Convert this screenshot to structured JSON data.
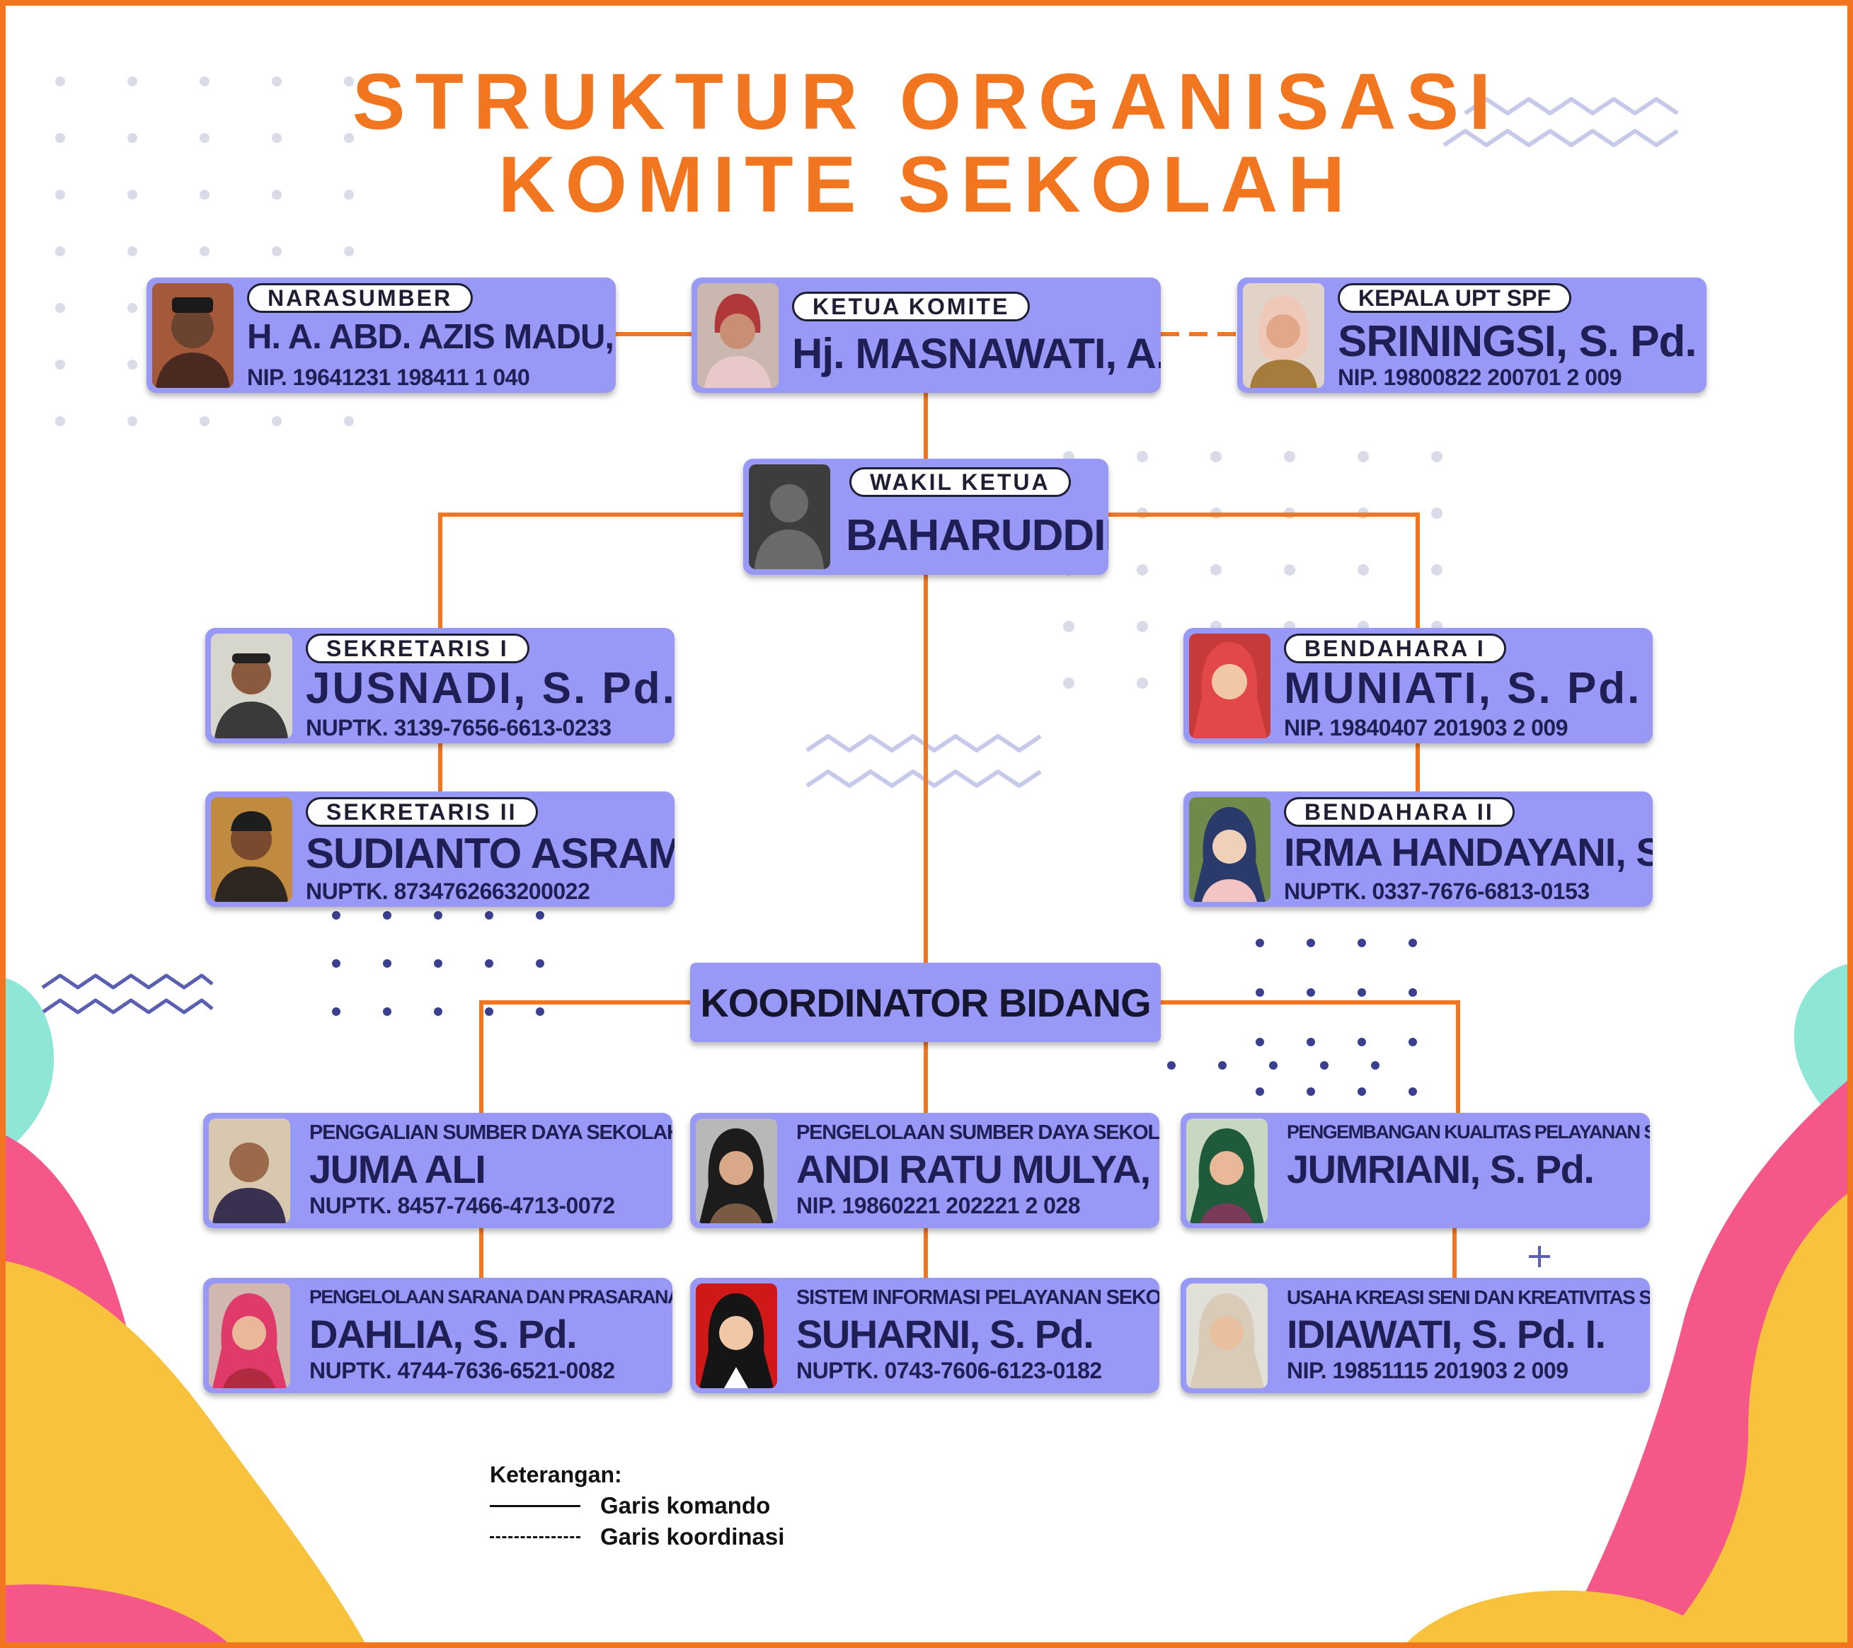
{
  "title": {
    "line1": "STRUKTUR ORGANISASI",
    "line2": "KOMITE SEKOLAH"
  },
  "colors": {
    "accent_orange": "#f2761f",
    "card_fill": "#9898f7",
    "text_dark": "#1f1f55",
    "decor_pink": "#f45788",
    "decor_yellow": "#f9c23c",
    "decor_teal": "#8ee6d6",
    "dot_navy": "#3a3f8f",
    "dot_light": "#d9dce8"
  },
  "narasumber": {
    "role": "NARASUMBER",
    "name": "H. A. ABD. AZIS MADU, S. Ag., MM",
    "id": "NIP. 19641231 198411 1 040",
    "photo": "man-photo"
  },
  "ketua": {
    "role": "KETUA KOMITE",
    "name": "Hj. MASNAWATI, A. Ma",
    "photo": "woman-photo"
  },
  "kepala": {
    "role": "KEPALA UPT SPF",
    "name": "SRININGSI, S. Pd.",
    "id": "NIP. 19800822 200701 2 009",
    "photo": "woman-hijab-photo"
  },
  "wakil": {
    "role": "WAKIL KETUA",
    "name": "BAHARUDDIN",
    "photo": "person-silhouette-icon"
  },
  "sekretaris1": {
    "role": "SEKRETARIS I",
    "name": "JUSNADI, S. Pd.",
    "id": "NUPTK. 3139-7656-6613-0233"
  },
  "sekretaris2": {
    "role": "SEKRETARIS II",
    "name": "SUDIANTO ASRAM",
    "id": "NUPTK. 8734762663200022"
  },
  "bendahara1": {
    "role": "BENDAHARA I",
    "name": "MUNIATI, S. Pd.",
    "id": "NIP. 19840407 201903 2 009"
  },
  "bendahara2": {
    "role": "BENDAHARA II",
    "name": "IRMA HANDAYANI, S. Pd.",
    "id": "NUPTK. 0337-7676-6813-0153"
  },
  "koordinator": {
    "label": "KOORDINATOR BIDANG"
  },
  "bidang": [
    {
      "label": "PENGGALIAN SUMBER DAYA SEKOLAH",
      "name": "JUMA ALI",
      "id": "NUPTK. 8457-7466-4713-0072"
    },
    {
      "label": "PENGELOLAAN SUMBER DAYA SEKOLAH",
      "name": "ANDI RATU MULYA, S. Pd.",
      "id": "NIP. 19860221 202221 2 028"
    },
    {
      "label": "PENGEMBANGAN KUALITAS PELAYANAN SEKOLAH",
      "name": "JUMRIANI, S. Pd.",
      "id": ""
    },
    {
      "label": "PENGELOLAAN SARANA DAN PRASARANA SEKOLAH",
      "name": "DAHLIA, S. Pd.",
      "id": "NUPTK. 4744-7636-6521-0082"
    },
    {
      "label": "SISTEM INFORMASI PELAYANAN SEKOLAH",
      "name": "SUHARNI, S. Pd.",
      "id": "NUPTK. 0743-7606-6123-0182"
    },
    {
      "label": "USAHA KREASI SENI DAN KREATIVITAS SEKOLAH",
      "name": "IDIAWATI, S. Pd. I.",
      "id": "NIP. 19851115 201903 2 009"
    }
  ],
  "legend": {
    "title": "Keterangan:",
    "solid": "Garis komando",
    "dashed": "Garis koordinasi"
  }
}
